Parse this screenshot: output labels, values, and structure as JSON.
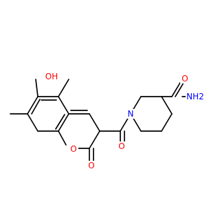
{
  "atoms": {
    "hydroxyl": {
      "text": "OH",
      "color": "#ff0000"
    },
    "ring_oxygen": {
      "text": "O",
      "color": "#ff0000"
    },
    "lactone_carbonyl_oxygen": {
      "text": "O",
      "color": "#ff0000"
    },
    "amide_ketone_oxygen": {
      "text": "O",
      "color": "#ff0000"
    },
    "piperidine_nitrogen": {
      "text": "N",
      "color": "#0000ff"
    },
    "carboxamide_oxygen": {
      "text": "O",
      "color": "#ff0000"
    },
    "carboxamide_nitrogen": {
      "text": "NH2",
      "color": "#0000ff"
    }
  },
  "colors": {
    "bond": "#000000",
    "oxygen": "#ff0000",
    "nitrogen": "#0000ff",
    "background": "#ffffff"
  }
}
